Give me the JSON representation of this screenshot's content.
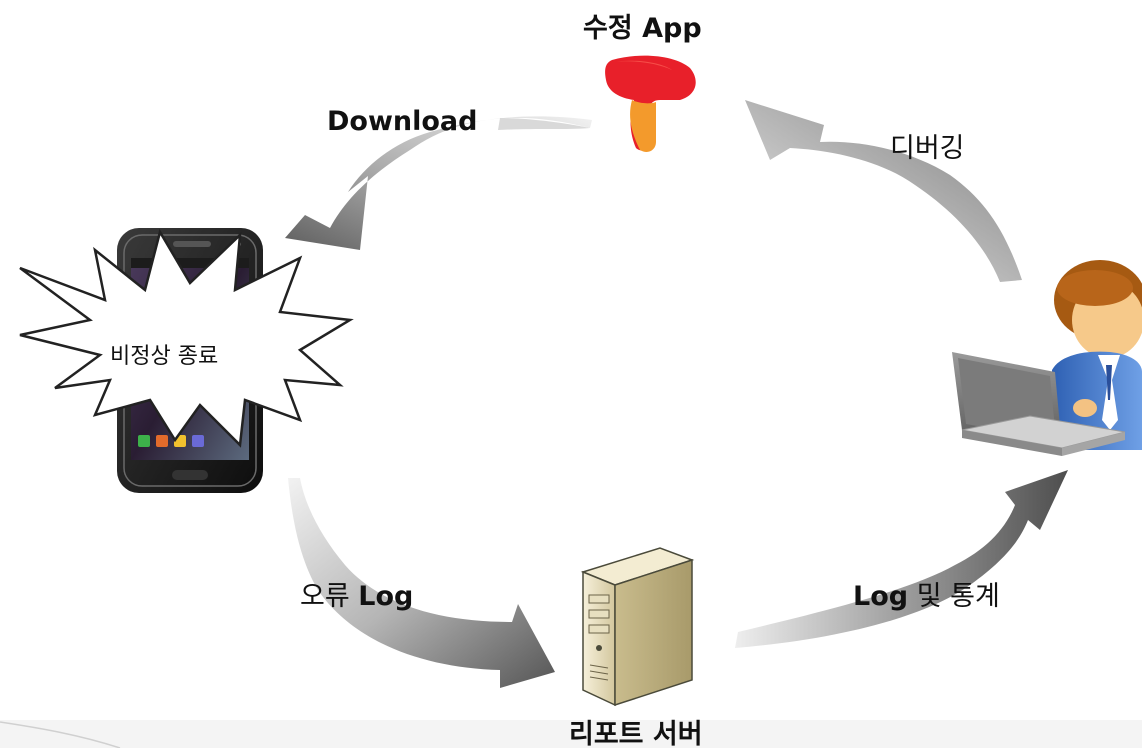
{
  "labels": {
    "app_label_bold": "App",
    "app_label_kr": "수정",
    "download": "Download",
    "debugging": "디버깅",
    "crash": "비정상 종료",
    "error_log_kr": "오류",
    "error_log_en": "Log",
    "log_stats_en": "Log",
    "log_stats_kr": "및 통계",
    "report_server": "리포트 서버"
  },
  "icons": {
    "app": "t-logo-icon",
    "phone": "smartphone-icon",
    "burst": "starburst-icon",
    "developer": "developer-laptop-icon",
    "server": "server-tower-icon"
  },
  "colors": {
    "arrow_dark": "#5a5a5a",
    "arrow_light": "#e6e6e6",
    "logo_red": "#e8202a",
    "logo_orange": "#f39a2c",
    "server_beige": "#ece4c6"
  }
}
